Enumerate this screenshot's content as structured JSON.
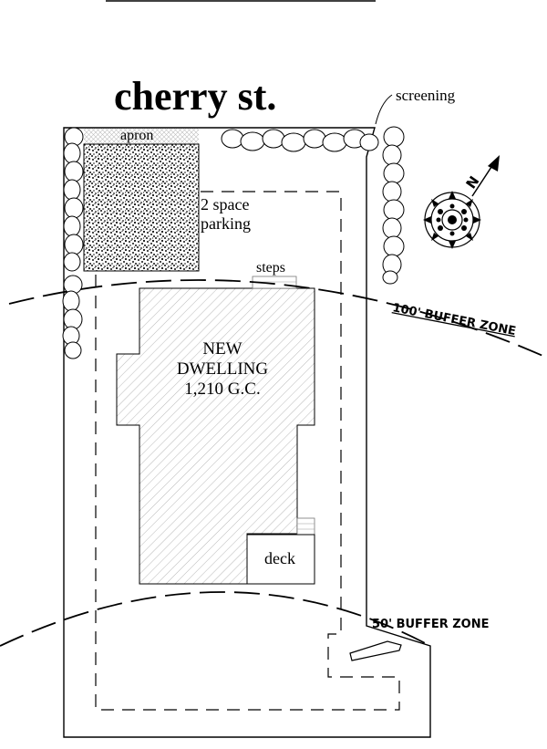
{
  "street": {
    "name": "cherry st."
  },
  "labels": {
    "screening": "screening",
    "apron": "apron",
    "parking_line1": "2 space",
    "parking_line2": "parking",
    "steps": "steps",
    "dwelling_line1": "NEW",
    "dwelling_line2": "DWELLING",
    "dwelling_line3": "1,210 G.C.",
    "deck": "deck"
  },
  "buffer_zones": [
    {
      "label": "100' BUFFER ZONE"
    },
    {
      "label": "50' BUFFER ZONE"
    }
  ],
  "north_arrow": {
    "letter": "N"
  }
}
